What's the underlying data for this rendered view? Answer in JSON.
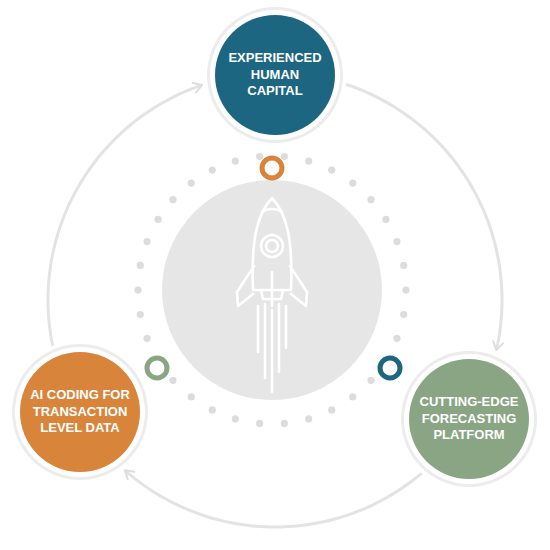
{
  "diagram": {
    "nodes": [
      {
        "text": [
          "EXPERIENCED HUMAN CAPITAL"
        ]
      },
      {
        "text": [
          "AI CODING FOR TRANSACTION LEVEL DATA"
        ]
      },
      {
        "text": [
          "CUTTING-EDGE FORECASTING PLATFORM"
        ]
      }
    ],
    "edges": [
      {
        "from": 0,
        "to": 2,
        "arrow": "to"
      },
      {
        "from": 2,
        "to": 1,
        "arrow": "to"
      },
      {
        "from": 1,
        "to": 0,
        "arrow": "to"
      }
    ]
  }
}
